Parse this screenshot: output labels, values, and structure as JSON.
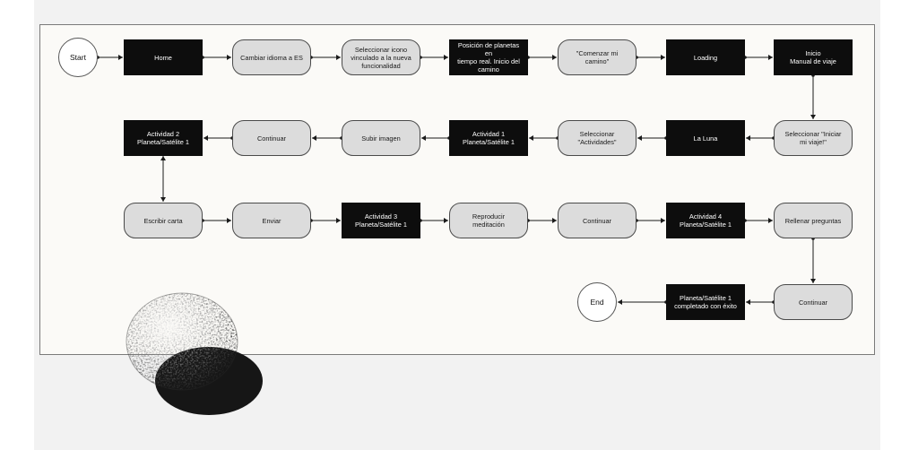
{
  "colors": {
    "dark_node": "#0d0d0d",
    "pill_node": "#dcdcdc",
    "connector": "#1a1a1a",
    "canvas": "#fbfaf7"
  },
  "icons": {
    "decoration": "textured-rock-image"
  },
  "nodes": [
    {
      "id": "start",
      "label": "Start",
      "kind": "circle"
    },
    {
      "id": "home",
      "label": "Home",
      "kind": "dark"
    },
    {
      "id": "cambiar-idioma",
      "label": "Cambiar idioma a ES",
      "kind": "pill"
    },
    {
      "id": "seleccionar-icono",
      "label": "Seleccionar icono\nvinculado a la nueva\nfuncionalidad",
      "kind": "pill"
    },
    {
      "id": "posicion-planetas",
      "label": "Posición de planetas en\ntiempo real. Inicio del\ncamino",
      "kind": "dark"
    },
    {
      "id": "comenzar-camino",
      "label": "\"Comenzar mi\ncamino\"",
      "kind": "pill"
    },
    {
      "id": "loading",
      "label": "Loading",
      "kind": "dark"
    },
    {
      "id": "inicio-manual",
      "label": "Inicio\nManual de viaje",
      "kind": "dark"
    },
    {
      "id": "iniciar-viaje",
      "label": "Seleccionar \"Iniciar\nmi viaje!\"",
      "kind": "pill"
    },
    {
      "id": "la-luna",
      "label": "La Luna",
      "kind": "dark"
    },
    {
      "id": "seleccionar-actividades",
      "label": "Seleccionar\n\"Actividades\"",
      "kind": "pill"
    },
    {
      "id": "actividad-1",
      "label": "Actividad 1\nPlaneta/Satélite 1",
      "kind": "dark"
    },
    {
      "id": "subir-imagen",
      "label": "Subir imagen",
      "kind": "pill"
    },
    {
      "id": "continuar-1",
      "label": "Continuar",
      "kind": "pill"
    },
    {
      "id": "actividad-2",
      "label": "Actividad 2\nPlaneta/Satélite 1",
      "kind": "dark"
    },
    {
      "id": "escribir-carta",
      "label": "Escribir carta",
      "kind": "pill"
    },
    {
      "id": "enviar",
      "label": "Enviar",
      "kind": "pill"
    },
    {
      "id": "actividad-3",
      "label": "Actividad 3\nPlaneta/Satélite 1",
      "kind": "dark"
    },
    {
      "id": "reproducir-meditacion",
      "label": "Reproducir\nmeditación",
      "kind": "pill"
    },
    {
      "id": "continuar-2",
      "label": "Continuar",
      "kind": "pill"
    },
    {
      "id": "actividad-4",
      "label": "Actividad 4\nPlaneta/Satélite 1",
      "kind": "dark"
    },
    {
      "id": "rellenar-preguntas",
      "label": "Rellenar preguntas",
      "kind": "pill"
    },
    {
      "id": "continuar-3",
      "label": "Continuar",
      "kind": "pill"
    },
    {
      "id": "completado",
      "label": "Planeta/Satélite 1\ncompletado con éxito",
      "kind": "dark"
    },
    {
      "id": "end",
      "label": "End",
      "kind": "circle"
    }
  ],
  "edges": [
    [
      "start",
      "home"
    ],
    [
      "home",
      "cambiar-idioma"
    ],
    [
      "cambiar-idioma",
      "seleccionar-icono"
    ],
    [
      "seleccionar-icono",
      "posicion-planetas"
    ],
    [
      "posicion-planetas",
      "comenzar-camino"
    ],
    [
      "comenzar-camino",
      "loading"
    ],
    [
      "loading",
      "inicio-manual"
    ],
    [
      "inicio-manual",
      "iniciar-viaje"
    ],
    [
      "iniciar-viaje",
      "la-luna"
    ],
    [
      "la-luna",
      "seleccionar-actividades"
    ],
    [
      "seleccionar-actividades",
      "actividad-1"
    ],
    [
      "actividad-1",
      "subir-imagen"
    ],
    [
      "subir-imagen",
      "continuar-1"
    ],
    [
      "continuar-1",
      "actividad-2"
    ],
    [
      "actividad-2",
      "escribir-carta"
    ],
    [
      "escribir-carta",
      "enviar"
    ],
    [
      "enviar",
      "actividad-3"
    ],
    [
      "actividad-3",
      "reproducir-meditacion"
    ],
    [
      "reproducir-meditacion",
      "continuar-2"
    ],
    [
      "continuar-2",
      "actividad-4"
    ],
    [
      "actividad-4",
      "rellenar-preguntas"
    ],
    [
      "rellenar-preguntas",
      "continuar-3"
    ],
    [
      "continuar-3",
      "completado"
    ],
    [
      "completado",
      "end"
    ]
  ]
}
